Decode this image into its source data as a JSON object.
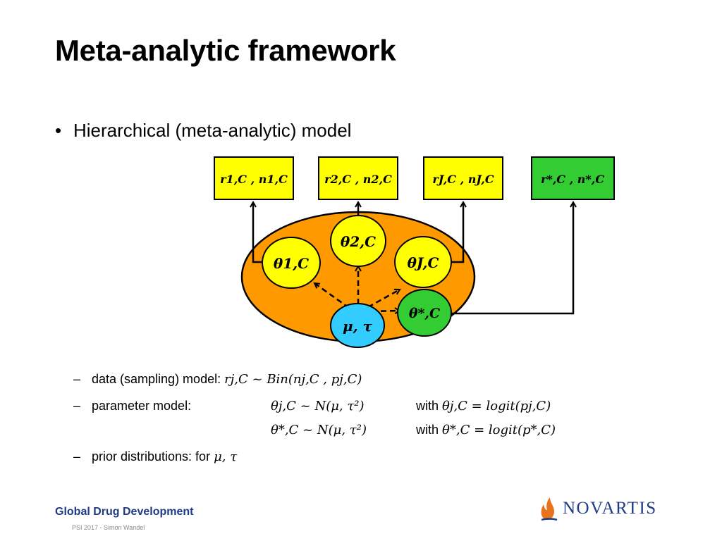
{
  "slide": {
    "title": "Meta-analytic framework",
    "bullet": "Hierarchical (meta-analytic) model"
  },
  "colors": {
    "yellow": "#ffff00",
    "green": "#33cc33",
    "orange": "#ff9900",
    "blue": "#33ccff",
    "navy": "#1f3a86",
    "orange_flame": "#e8731a"
  },
  "diagram": {
    "boxes": [
      "r1,C , n1,C",
      "r2,C , n2,C",
      "rJ,C , nJ,C",
      "r*,C , n*,C"
    ],
    "nodes": {
      "theta1": "θ1,C",
      "theta2": "θ2,C",
      "thetaJ": "θJ,C",
      "thetaStar": "θ*,C",
      "mu_tau": "μ, τ"
    }
  },
  "items": {
    "data_label": "data (sampling) model:",
    "data_formula": "rj,C ~ Bin(nj,C , pj,C)",
    "param_label": "parameter model:",
    "param_formula1": "θj,C ~ N(μ, τ²)",
    "param_with1_word": "with",
    "param_with1": "θj,C = logit(pj,C)",
    "param_formula2": "θ*,C ~ N(μ, τ²)",
    "param_with2_word": "with",
    "param_with2": "θ*,C = logit(p*,C)",
    "prior_label": "prior distributions: for",
    "prior_formula": "μ, τ"
  },
  "footer": {
    "title": "Global Drug Development",
    "subtitle": "PSI 2017 - Simon Wandel",
    "logo_text": "NOVARTIS",
    "logo_icon": "novartis-flame-icon"
  }
}
